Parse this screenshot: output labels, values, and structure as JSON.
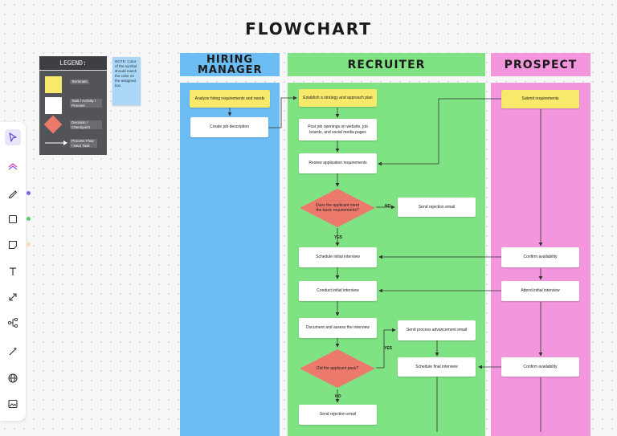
{
  "title": "FLOWCHART",
  "lanes": {
    "hiring_manager": "HIRING MANAGER",
    "recruiter": "RECRUITER",
    "prospect": "PROSPECT"
  },
  "colors": {
    "hiring_manager": "#6bbdf3",
    "recruiter": "#7fe383",
    "prospect": "#f396dd",
    "terminal": "#f8e96a",
    "decision": "#ec7a6c",
    "note": "#a9d7f5",
    "toolbar_accent": "#7b61ff"
  },
  "legend": {
    "title": "LEGEND:",
    "terminals": "Terminals",
    "task": "Task / Activity / Process",
    "decision": "Decision / Checkpoint",
    "flow": "Process Flow / Next Task"
  },
  "note": "NOTE: Color of the symbol should match the color on the assigned box",
  "nodes": {
    "analyze": "Analyze hiring requirements and needs",
    "create_jd": "Create job description",
    "establish": "Establish a strategy and approach plan",
    "post": "Post job openings on website, job boards, and social media pages",
    "review": "Review application requirements",
    "decision1": "Does the applicant meet the basic requirements?",
    "send_reject1": "Send rejection email",
    "schedule_initial": "Schedule initial interview",
    "conduct_initial": "Conduct initial interview",
    "document": "Document and assess the interview",
    "send_adv": "Send process advancement email",
    "schedule_final": "Schedule final interview",
    "decision2": "Did the applicant pass?",
    "send_reject2": "Send rejection email",
    "submit": "Submit requirements",
    "confirm1": "Confirm availability",
    "attend": "Attend initial interview",
    "confirm2": "Confirm availability"
  },
  "edge_labels": {
    "no1": "NO",
    "yes1": "YES",
    "yes2": "YES",
    "no2": "NO"
  },
  "toolbar": [
    "cursor-icon",
    "ai-icon",
    "pen-icon",
    "shape-icon",
    "sticky-note-icon",
    "text-icon",
    "connector-icon",
    "mindmap-icon",
    "magic-icon",
    "globe-icon",
    "image-icon"
  ]
}
